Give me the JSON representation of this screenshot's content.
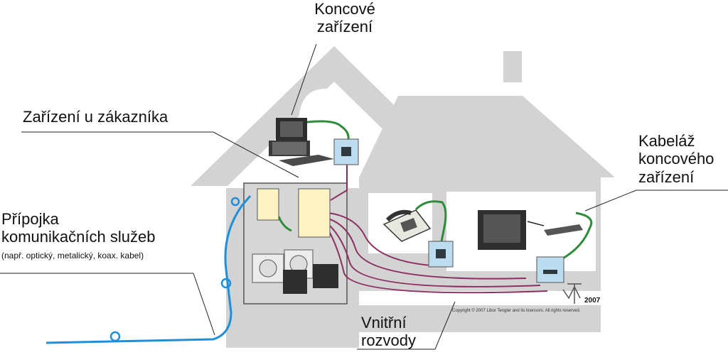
{
  "labels": {
    "koncove_line1": "Koncové",
    "koncove_line2": "zařízení",
    "zarizeni_u_zakaznika": "Zařízení u zákazníka",
    "kabelaz_line1": "Kabeláž",
    "kabelaz_line2": "koncového",
    "kabelaz_line3": "zařízení",
    "pripojka_line1": "Přípojka",
    "pripojka_line2": "komunikačních služeb",
    "pripojka_note": "(např. optický, metalický, koax. kabel)",
    "vnitrni_line1": "Vnitřní",
    "vnitrni_line2": "rozvody",
    "logo_year": "2007",
    "copyright": "Copyright © 2007 Libor Tengler and its licensors. All rights reserved."
  },
  "colors": {
    "house": "#d3d3d3",
    "room": "#ffffff",
    "fiber": "#1e8fd8",
    "green_cable": "#2e8b3a",
    "purple_cable": "#8b3060",
    "socket": "#bcdcf0"
  },
  "icons": [
    "computer-icon",
    "telephone-icon",
    "tv-icon",
    "set-top-box-icon",
    "wall-socket-icon",
    "power-adapter-icon",
    "logo-icon"
  ]
}
